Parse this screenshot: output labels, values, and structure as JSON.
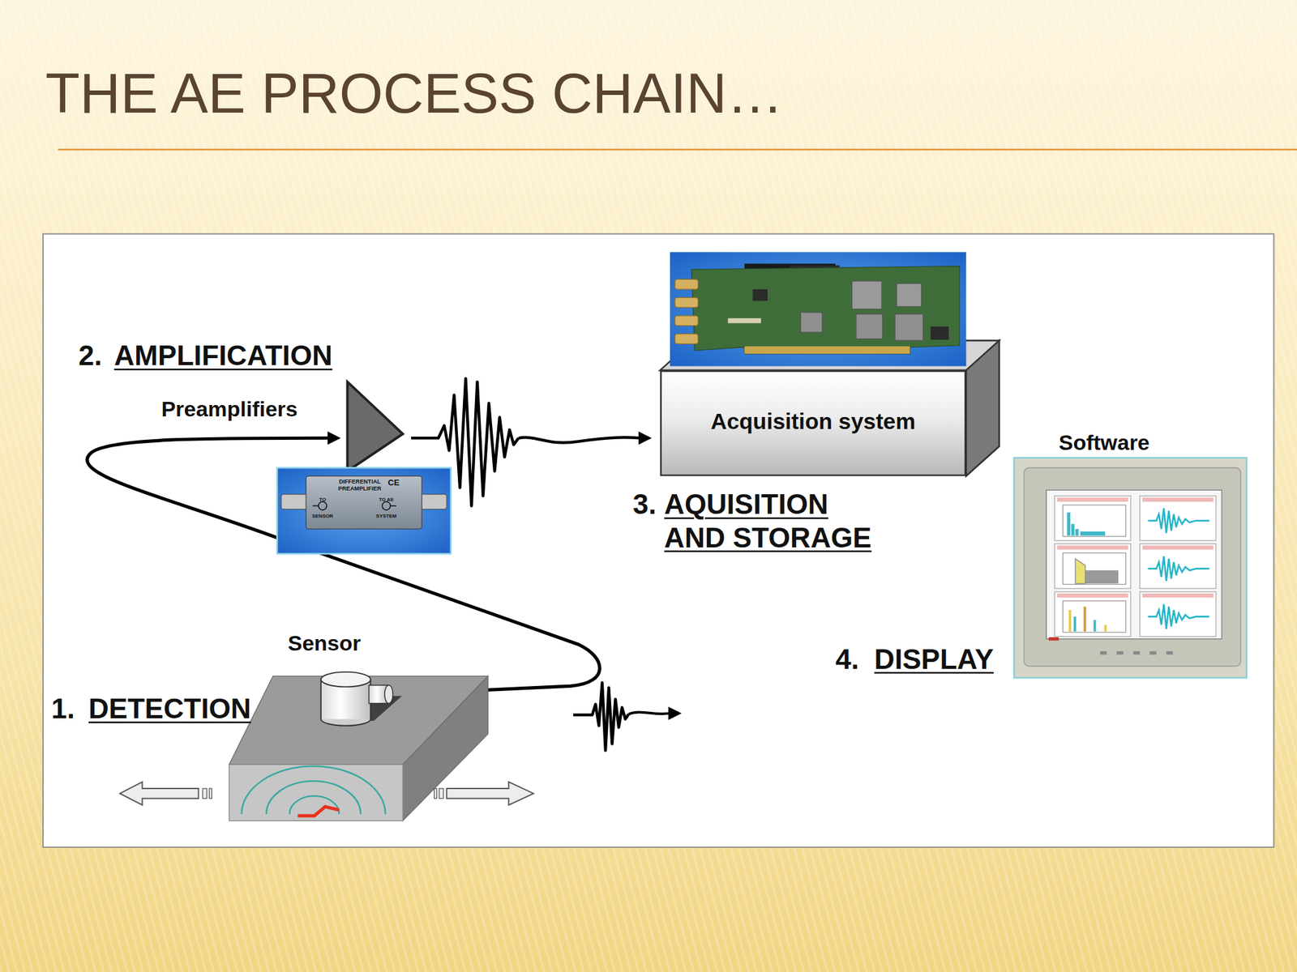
{
  "diagram": {
    "title": "THE AE PROCESS CHAIN…",
    "nodes": [
      {
        "text": [
          "Acquisition system"
        ]
      },
      {
        "text": [
          "DIFFERENTIAL PREAMPLIFIER",
          "CE",
          "TO SENSOR",
          "TO AE SYSTEM"
        ]
      },
      {
        "text": [
          "Software"
        ]
      }
    ],
    "labels": [
      "2.",
      "AMPLIFICATION",
      "Preamplifiers",
      "3.",
      "AQUISITION AND STORAGE",
      "4.",
      "DISPLAY",
      "Sensor",
      "1.",
      "DETECTION"
    ]
  }
}
